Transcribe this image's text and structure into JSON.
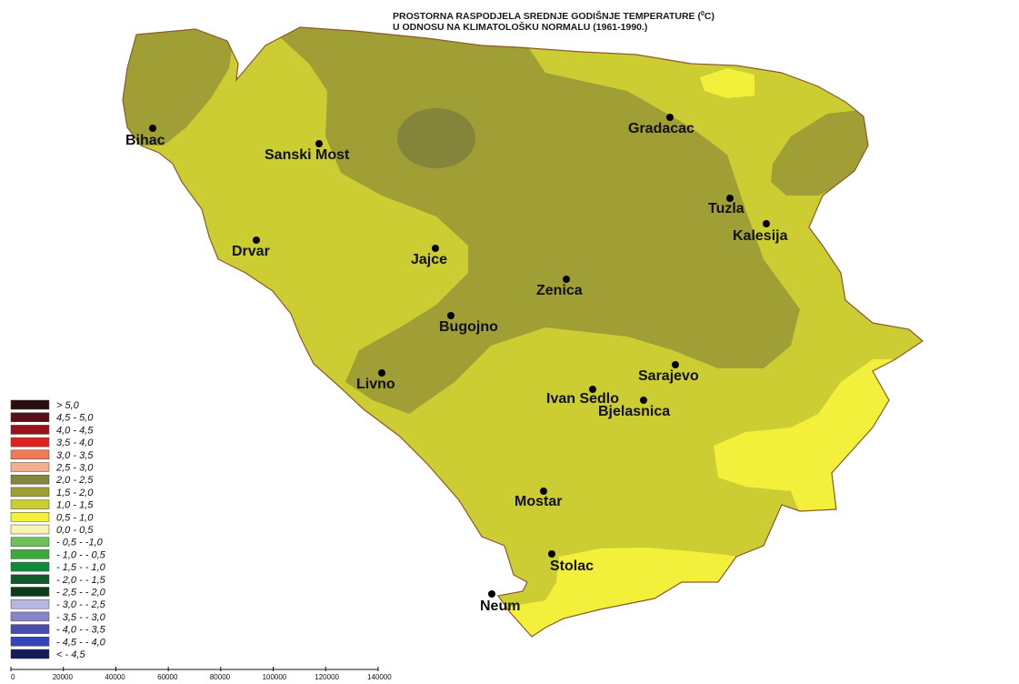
{
  "title": {
    "line1_pre": "PROSTORNA RASPODJELA SREDNJE GODIŠNJE TEMPERATURE (",
    "line1_sup": "0",
    "line1_post": "C)",
    "line2": "U ODNOSU NA KLIMATOLOŠKU NORMALU (1961-1990.)"
  },
  "colors": {
    "zone_olive": "#9f9f35",
    "zone_olive_dark": "#84843a",
    "zone_yellow_green": "#cccc33",
    "zone_yellow": "#f2f03a",
    "border": "#8b5a2b"
  },
  "cities": [
    {
      "id": "bihac",
      "name": "Bihac"
    },
    {
      "id": "sanski-most",
      "name": "Sanski Most"
    },
    {
      "id": "gradacac",
      "name": "Gradacac"
    },
    {
      "id": "tuzla",
      "name": "Tuzla"
    },
    {
      "id": "kalesija",
      "name": "Kalesija"
    },
    {
      "id": "drvar",
      "name": "Drvar"
    },
    {
      "id": "jajce",
      "name": "Jajce"
    },
    {
      "id": "zenica",
      "name": "Zenica"
    },
    {
      "id": "bugojno",
      "name": "Bugojno"
    },
    {
      "id": "livno",
      "name": "Livno"
    },
    {
      "id": "sarajevo",
      "name": "Sarajevo"
    },
    {
      "id": "ivan-sedlo",
      "name": "Ivan Sedlo"
    },
    {
      "id": "bjelasnica",
      "name": "Bjelasnica"
    },
    {
      "id": "mostar",
      "name": "Mostar"
    },
    {
      "id": "stolac",
      "name": "Stolac"
    },
    {
      "id": "neum",
      "name": "Neum"
    }
  ],
  "legend": [
    {
      "label": "> 5,0",
      "color": "#2a0e0e"
    },
    {
      "label": "4,5 -  5,0",
      "color": "#5a0f14"
    },
    {
      "label": "4,0 -  4,5",
      "color": "#9a111c"
    },
    {
      "label": "3,5 -  4,0",
      "color": "#e3201f"
    },
    {
      "label": "3,0 -  3,5",
      "color": "#ef7a55"
    },
    {
      "label": "2,5 -  3,0",
      "color": "#f4ad8d"
    },
    {
      "label": "2,0 -  2,5",
      "color": "#84843a"
    },
    {
      "label": "1,5 -  2,0",
      "color": "#9f9f35"
    },
    {
      "label": "1,0 -  1,5",
      "color": "#cccc33"
    },
    {
      "label": "0,5 -  1,0",
      "color": "#f2f03a"
    },
    {
      "label": "0,0 -  0,5",
      "color": "#f7f3b0"
    },
    {
      "label": "- 0,5 - -1,0",
      "color": "#6cc25a"
    },
    {
      "label": "- 1,0 - - 0,5",
      "color": "#3da83d"
    },
    {
      "label": "- 1,5 - - 1,0",
      "color": "#108a3a"
    },
    {
      "label": "- 2,0 - - 1,5",
      "color": "#115a2a"
    },
    {
      "label": "- 2,5 - - 2,0",
      "color": "#0d3a1a"
    },
    {
      "label": "- 3,0 - - 2,5",
      "color": "#b7b7df"
    },
    {
      "label": "- 3,5 - - 3,0",
      "color": "#8585c8"
    },
    {
      "label": "- 4,0 - - 3,5",
      "color": "#4a4ab0"
    },
    {
      "label": "- 4,5 - - 4,0",
      "color": "#3344b8"
    },
    {
      "label": "< - 4,5",
      "color": "#141a5a"
    }
  ],
  "scale_bar": [
    "0",
    "20000",
    "40000",
    "60000",
    "80000",
    "100000",
    "120000",
    "140000"
  ]
}
